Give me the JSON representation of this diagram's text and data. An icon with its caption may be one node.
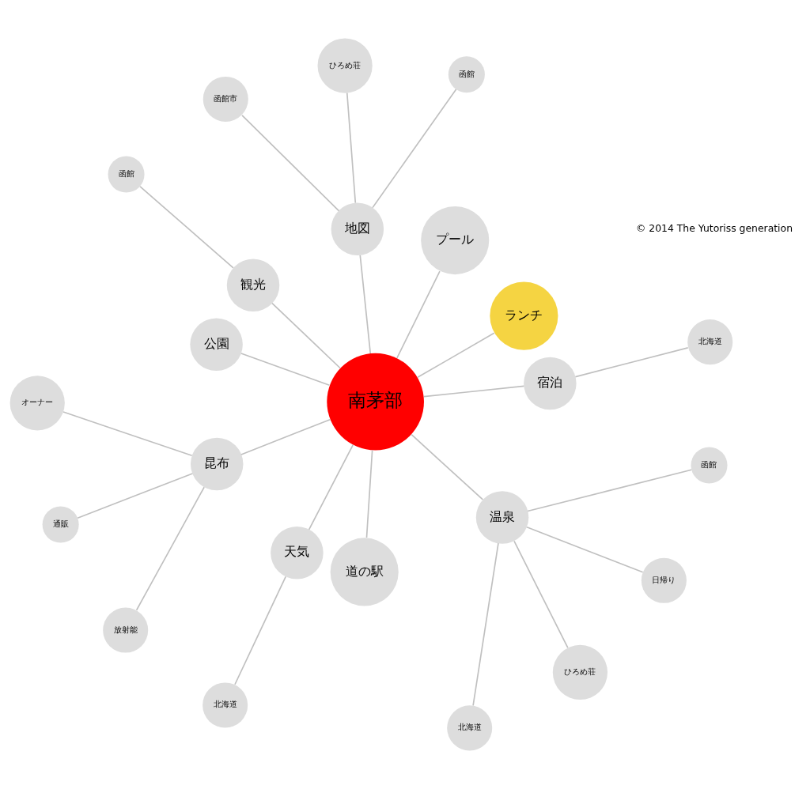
{
  "diagram": {
    "nodes": [
      {
        "text": [
          "南茅部"
        ]
      },
      {
        "text": [
          "宿泊"
        ]
      },
      {
        "text": [
          "ランチ"
        ]
      },
      {
        "text": [
          "プール"
        ]
      },
      {
        "text": [
          "地図"
        ]
      },
      {
        "text": [
          "観光"
        ]
      },
      {
        "text": [
          "公園"
        ]
      },
      {
        "text": [
          "昆布"
        ]
      },
      {
        "text": [
          "天気"
        ]
      },
      {
        "text": [
          "道の駅"
        ]
      },
      {
        "text": [
          "温泉"
        ]
      },
      {
        "text": [
          "北海道"
        ]
      },
      {
        "text": [
          "函館"
        ]
      },
      {
        "text": [
          "函館"
        ]
      },
      {
        "text": [
          "ひろめ荘"
        ]
      },
      {
        "text": [
          "函館市"
        ]
      },
      {
        "text": [
          "オーナー"
        ]
      },
      {
        "text": [
          "通販"
        ]
      },
      {
        "text": [
          "放射能"
        ]
      },
      {
        "text": [
          "北海道"
        ]
      },
      {
        "text": [
          "北海道"
        ]
      },
      {
        "text": [
          "ひろめ荘"
        ]
      },
      {
        "text": [
          "日帰り"
        ]
      },
      {
        "text": [
          "函館"
        ]
      }
    ],
    "edges": [
      {
        "from": 0,
        "to": 1,
        "arrow": "none"
      },
      {
        "from": 0,
        "to": 2,
        "arrow": "none"
      },
      {
        "from": 0,
        "to": 3,
        "arrow": "none"
      },
      {
        "from": 0,
        "to": 4,
        "arrow": "none"
      },
      {
        "from": 0,
        "to": 5,
        "arrow": "none"
      },
      {
        "from": 0,
        "to": 6,
        "arrow": "none"
      },
      {
        "from": 0,
        "to": 7,
        "arrow": "none"
      },
      {
        "from": 0,
        "to": 8,
        "arrow": "none"
      },
      {
        "from": 0,
        "to": 9,
        "arrow": "none"
      },
      {
        "from": 0,
        "to": 10,
        "arrow": "none"
      },
      {
        "from": 1,
        "to": 11,
        "arrow": "none"
      },
      {
        "from": 5,
        "to": 12,
        "arrow": "none"
      },
      {
        "from": 4,
        "to": 13,
        "arrow": "none"
      },
      {
        "from": 4,
        "to": 14,
        "arrow": "none"
      },
      {
        "from": 4,
        "to": 15,
        "arrow": "none"
      },
      {
        "from": 7,
        "to": 16,
        "arrow": "none"
      },
      {
        "from": 7,
        "to": 17,
        "arrow": "none"
      },
      {
        "from": 7,
        "to": 18,
        "arrow": "none"
      },
      {
        "from": 8,
        "to": 19,
        "arrow": "none"
      },
      {
        "from": 10,
        "to": 20,
        "arrow": "none"
      },
      {
        "from": 10,
        "to": 21,
        "arrow": "none"
      },
      {
        "from": 10,
        "to": 22,
        "arrow": "none"
      },
      {
        "from": 10,
        "to": 23,
        "arrow": "none"
      }
    ],
    "labels": [
      "© 2014 The Yutoriss generation"
    ]
  }
}
